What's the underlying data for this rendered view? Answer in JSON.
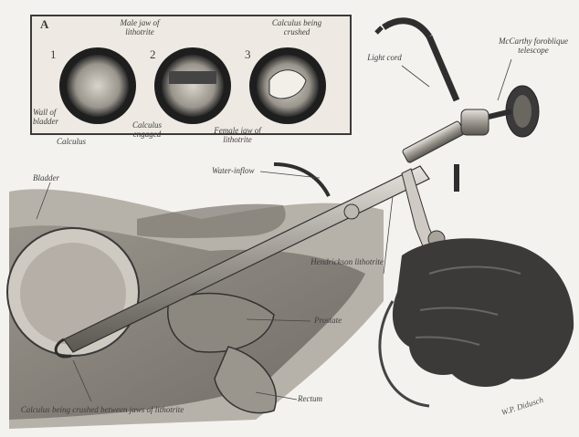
{
  "inset": {
    "letter": "A",
    "panel_numbers": [
      "1",
      "2",
      "3"
    ],
    "labels": {
      "male_jaw_top": "Male jaw of lithotrite",
      "calculus_crushed": "Calculus being crushed",
      "wall_of_bladder": "Wall of bladder",
      "calculus_1": "Calculus",
      "calculus_engaged": "Calculus engaged",
      "female_jaw": "Female jaw of lithotrite"
    }
  },
  "labels": {
    "light_cord": "Light cord",
    "mccarthy": "McCarthy foroblique telescope",
    "water_inflow": "Water-inflow",
    "bladder": "Bladder",
    "hendrickson": "Hendrickson lithotrite",
    "prostate": "Prostate",
    "rectum": "Rectum",
    "calculus_bottom": "Calculus being crushed between jaws of lithotrite"
  },
  "signature": "W.P. Didusch"
}
